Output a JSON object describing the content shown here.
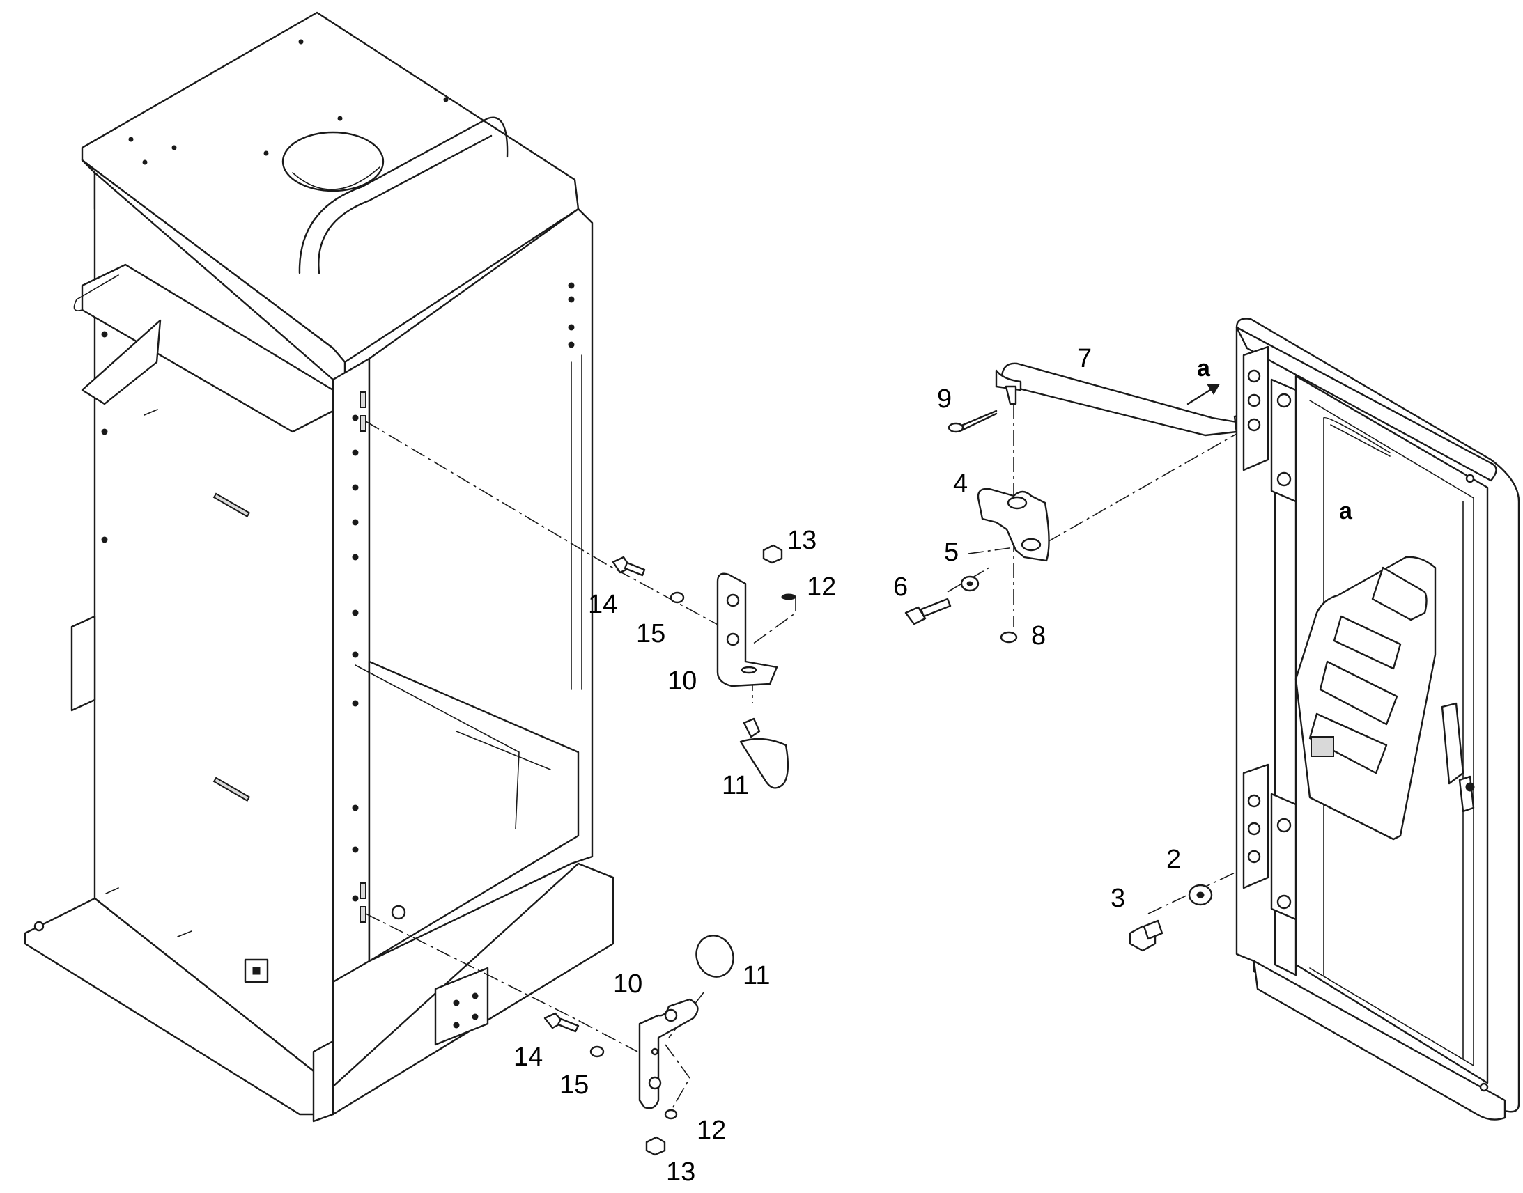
{
  "callouts": {
    "c2": "2",
    "c3": "3",
    "c4": "4",
    "c5": "5",
    "c6": "6",
    "c7": "7",
    "c8": "8",
    "c9": "9",
    "c10_upper": "10",
    "c10_lower": "10",
    "c11_upper": "11",
    "c11_lower": "11",
    "c12_upper": "12",
    "c12_lower": "12",
    "c13_upper": "13",
    "c13_lower": "13",
    "c14_upper": "14",
    "c14_lower": "14",
    "c15_upper": "15",
    "c15_lower": "15",
    "a_upper": "a",
    "a_lower": "a"
  }
}
